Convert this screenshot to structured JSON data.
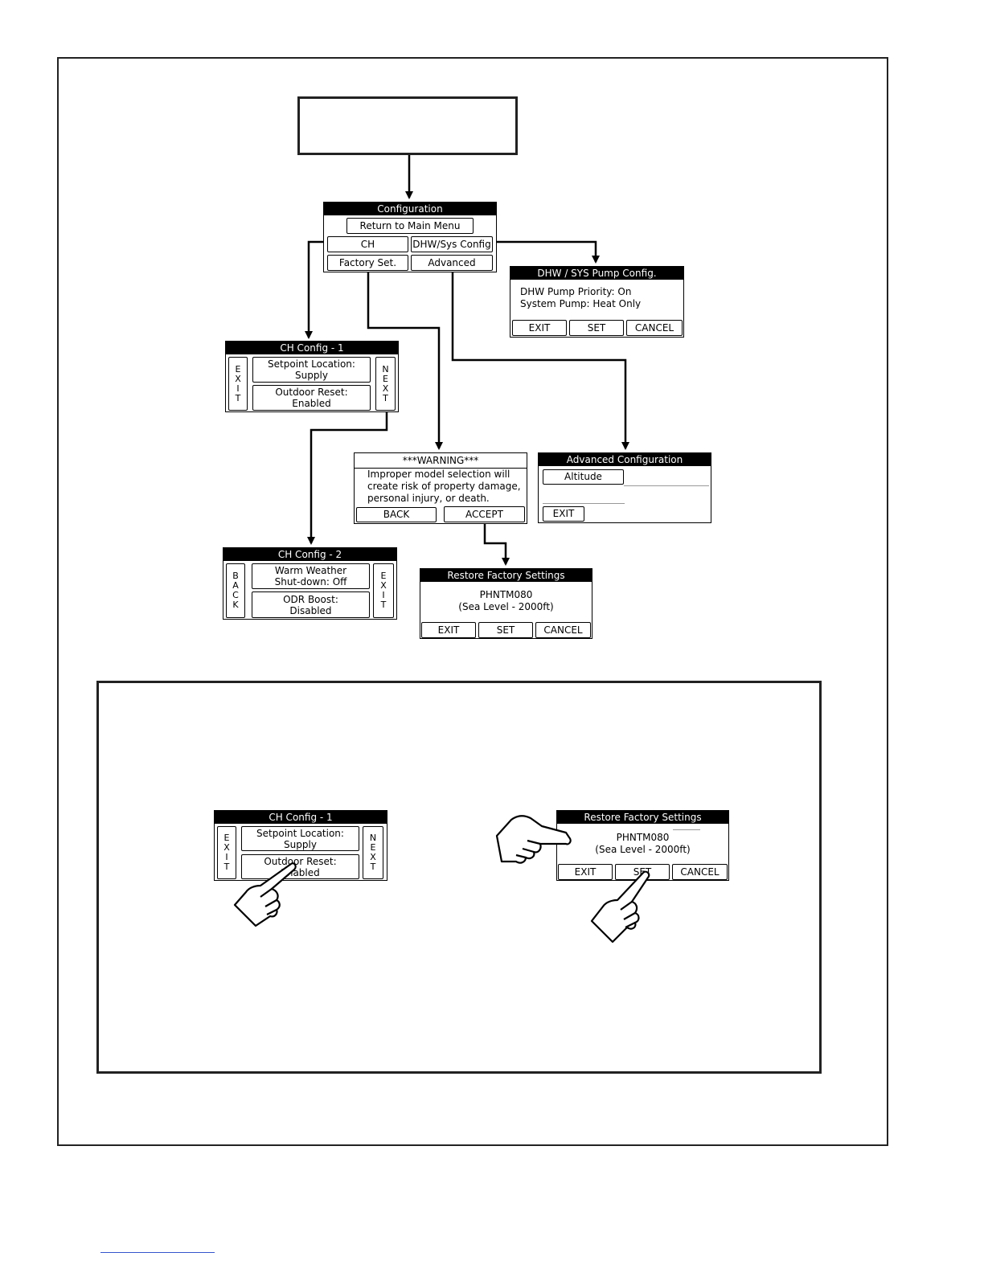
{
  "config": {
    "title": "Configuration",
    "return_main": "Return to Main Menu",
    "ch": "CH",
    "dhw_sys": "DHW/Sys Config",
    "factory": "Factory Set.",
    "advanced": "Advanced"
  },
  "dhw_pump": {
    "title": "DHW / SYS Pump Config.",
    "line1": "DHW Pump Priority: On",
    "line2": "System Pump: Heat Only",
    "exit": "EXIT",
    "set": "SET",
    "cancel": "CANCEL"
  },
  "ch1": {
    "title": "CH Config - 1",
    "setpoint": "Setpoint Location:",
    "setpoint_val": "Supply",
    "outdoor": "Outdoor Reset:",
    "outdoor_val": "Enabled",
    "exit_letters": [
      "E",
      "X",
      "I",
      "T"
    ],
    "next_letters": [
      "N",
      "E",
      "X",
      "T"
    ]
  },
  "warning": {
    "title": "***WARNING***",
    "line1": "Improper model selection will",
    "line2": "create risk of property damage,",
    "line3": "personal injury, or death.",
    "back": "BACK",
    "accept": "ACCEPT"
  },
  "advanced": {
    "title": "Advanced Configuration",
    "altitude": "Altitude",
    "exit": "EXIT"
  },
  "ch2": {
    "title": "CH Config - 2",
    "warm": "Warm Weather",
    "warm_val": "Shut-down: Off",
    "odr": "ODR Boost:",
    "odr_val": "Disabled",
    "back_letters": [
      "B",
      "A",
      "C",
      "K"
    ],
    "exit_letters": [
      "E",
      "X",
      "I",
      "T"
    ]
  },
  "restore": {
    "title": "Restore Factory Settings",
    "model": "PHNTM080",
    "range": "(Sea Level - 2000ft)",
    "exit": "EXIT",
    "set": "SET",
    "cancel": "CANCEL"
  },
  "example_ch1": {
    "title": "CH Config - 1",
    "setpoint": "Setpoint Location:",
    "setpoint_val": "Supply",
    "outdoor": "Outdoor Reset:",
    "outdoor_val": "Enabled",
    "exit_letters": [
      "E",
      "X",
      "I",
      "T"
    ],
    "next_letters": [
      "N",
      "E",
      "X",
      "T"
    ]
  },
  "example_restore": {
    "title": "Restore Factory Settings",
    "model": "PHNTM080",
    "range": "(Sea Level - 2000ft)",
    "exit": "EXIT",
    "set": "SET",
    "cancel": "CANCEL"
  },
  "icons": [
    "pointing-hand-icon"
  ]
}
